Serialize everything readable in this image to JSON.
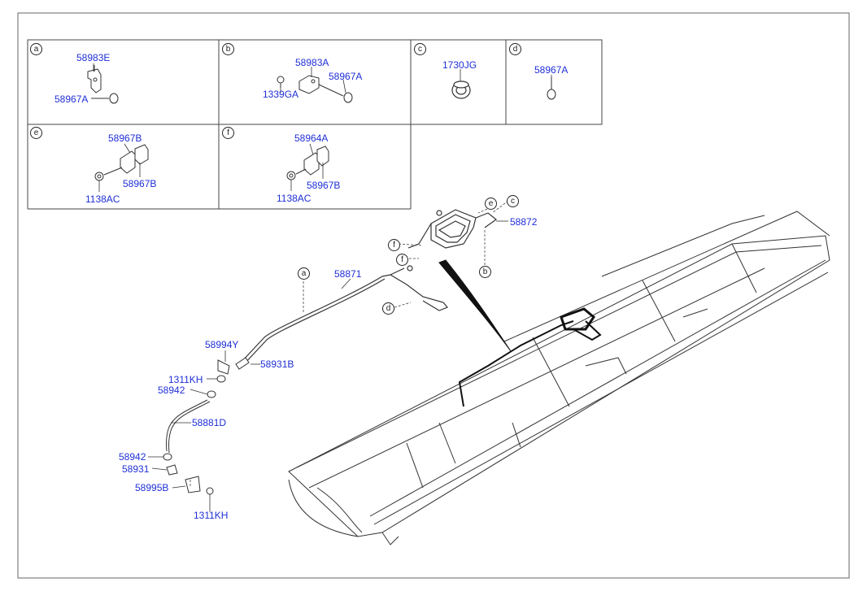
{
  "detail_boxes": [
    {
      "letter": "a",
      "parts": [
        "58983E",
        "58967A"
      ]
    },
    {
      "letter": "b",
      "parts": [
        "58983A",
        "1339GA",
        "58967A"
      ]
    },
    {
      "letter": "c",
      "parts": [
        "1730JG"
      ]
    },
    {
      "letter": "d",
      "parts": [
        "58967A"
      ]
    },
    {
      "letter": "e",
      "parts": [
        "58967B",
        "58967B",
        "1138AC"
      ]
    },
    {
      "letter": "f",
      "parts": [
        "58964A",
        "58967B",
        "1138AC"
      ]
    }
  ],
  "callouts": {
    "a": "a",
    "c": "c",
    "d": "d",
    "e": "e",
    "f1": "f",
    "f2": "f",
    "b": "b"
  },
  "main_parts": {
    "p58872": "58872",
    "p58871": "58871",
    "p58994Y": "58994Y",
    "p58931B": "58931B",
    "p1311KH_a": "1311KH",
    "p58942_a": "58942",
    "p58881D": "58881D",
    "p58942_b": "58942",
    "p58931": "58931",
    "p58995B": "58995B",
    "p1311KH_b": "1311KH"
  },
  "colors": {
    "label": "#1f2fd6",
    "line": "#222222",
    "frame": "#555555"
  }
}
